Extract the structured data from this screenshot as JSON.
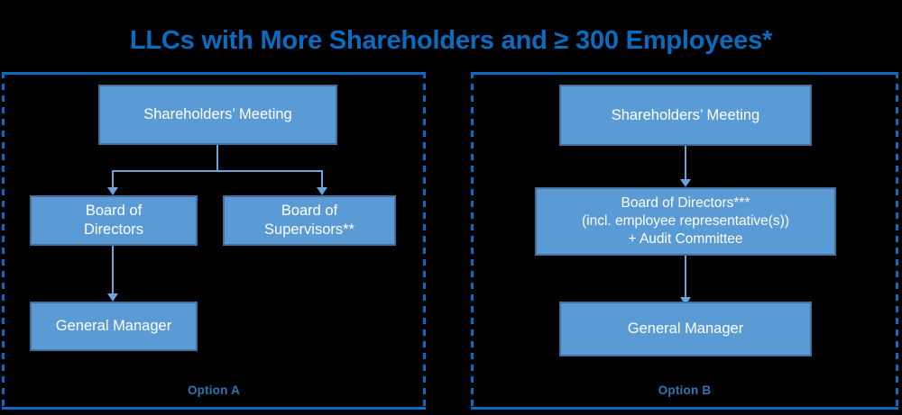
{
  "title": "LLCs with More Shareholders and ≥ 300 Employees*",
  "colors": {
    "background": "#000000",
    "title_blue": "#0A6CC1",
    "panel_border": "#0A6CC1",
    "node_fill": "#5B9BD5",
    "node_border": "#41719C",
    "node_text": "#FFFFFF",
    "connector": "#6BA3DC",
    "option_label": "#2E75B6"
  },
  "diagram": {
    "type": "org-chart",
    "panels": [
      {
        "id": "option-a",
        "label": "Option A",
        "nodes": [
          {
            "id": "a-shareholders",
            "text": "Shareholders’ Meeting"
          },
          {
            "id": "a-board-directors",
            "text": "Board of\nDirectors",
            "line1": "Board of",
            "line2": "Directors"
          },
          {
            "id": "a-board-supervisors",
            "text": "Board of\nSupervisors**",
            "line1": "Board of",
            "line2": "Supervisors**"
          },
          {
            "id": "a-general-manager",
            "text": "General Manager"
          }
        ],
        "edges": [
          {
            "from": "a-shareholders",
            "to": "a-board-directors"
          },
          {
            "from": "a-shareholders",
            "to": "a-board-supervisors"
          },
          {
            "from": "a-board-directors",
            "to": "a-general-manager"
          }
        ]
      },
      {
        "id": "option-b",
        "label": "Option B",
        "nodes": [
          {
            "id": "b-shareholders",
            "text": "Shareholders’ Meeting"
          },
          {
            "id": "b-board-directors",
            "text": "Board of Directors***\n(incl. employee representative(s))\n+ Audit Committee",
            "line1": "Board of Directors***",
            "line2": "(incl. employee representative(s))",
            "line3": "+ Audit Committee"
          },
          {
            "id": "b-general-manager",
            "text": "General Manager"
          }
        ],
        "edges": [
          {
            "from": "b-shareholders",
            "to": "b-board-directors"
          },
          {
            "from": "b-board-directors",
            "to": "b-general-manager"
          }
        ]
      }
    ]
  }
}
